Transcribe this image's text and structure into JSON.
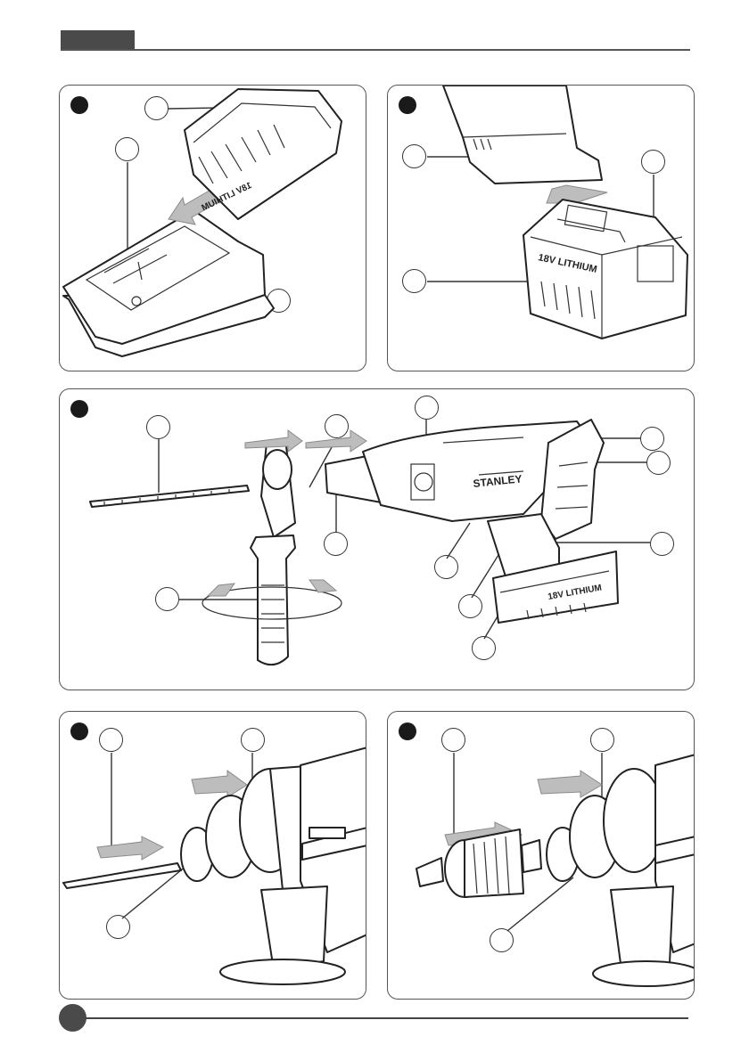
{
  "header": {
    "tab_color": "#4a4a4a"
  },
  "panels": [
    {
      "id": "A",
      "bullet": "filled",
      "content": "battery-charger-insertion"
    },
    {
      "id": "B",
      "bullet": "filled",
      "content": "battery-into-tool"
    },
    {
      "id": "C",
      "bullet": "filled",
      "content": "rotary-hammer-overview"
    },
    {
      "id": "D",
      "bullet": "filled",
      "content": "sds-bit-insertion"
    },
    {
      "id": "E",
      "bullet": "filled",
      "content": "chuck-adapter-insertion"
    }
  ],
  "labels": {
    "battery_text": "18V LITHIUM",
    "battery_text_rotated": "18V LITHIUM",
    "tool_brand": "STANLEY"
  },
  "colors": {
    "line": "#222222",
    "arrow_fill": "#bdbdbd",
    "panel_border": "#555555"
  }
}
